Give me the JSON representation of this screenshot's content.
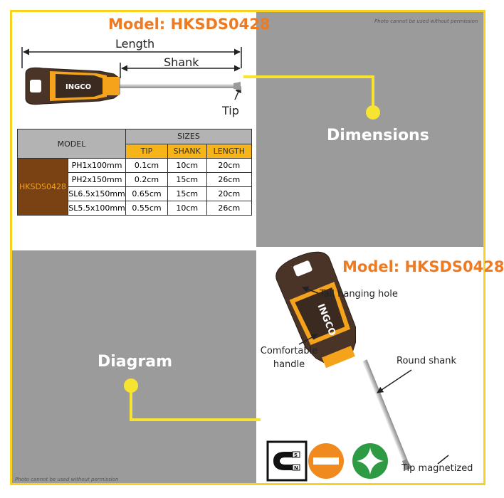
{
  "header": {
    "model_title_top": "Model: HKSDS0428",
    "model_title_bottom": "Model: HKSDS0428",
    "watermark_top": "Photo cannot be used without permission",
    "watermark_bottom": "Photo cannot be used without permission"
  },
  "dimensions": {
    "section_label": "Dimensions",
    "length_label": "Length",
    "shank_label": "Shank",
    "tip_label": "Tip"
  },
  "table": {
    "model_header": "MODEL",
    "sizes_header": "SIZES",
    "columns": [
      "TIP",
      "SHANK",
      "LENGTH"
    ],
    "model_name": "HKSDS0428",
    "rows": [
      {
        "model": "PH1x100mm",
        "tip": "0.1cm",
        "shank": "10cm",
        "length": "20cm"
      },
      {
        "model": "PH2x150mm",
        "tip": "0.2cm",
        "shank": "15cm",
        "length": "26cm"
      },
      {
        "model": "SL6.5x150mm",
        "tip": "0.65cm",
        "shank": "15cm",
        "length": "20cm"
      },
      {
        "model": "SL5.5x100mm",
        "tip": "0.55cm",
        "shank": "10cm",
        "length": "26cm"
      }
    ]
  },
  "diagram": {
    "section_label": "Diagram",
    "callouts": {
      "tail_hole": "Tail hanging hole",
      "handle_line1": "Comfortable",
      "handle_line2": "handle",
      "shank": "Round shank",
      "tip": "Tip magnetized"
    },
    "brand": "INGCO"
  },
  "icons": {
    "magnet": {
      "n": "N",
      "s": "S"
    }
  },
  "colors": {
    "accent_yellow": "#f7d21e",
    "title_orange": "#ee7a22",
    "panel_gray": "#9b9b9b",
    "table_orange": "#f6b418",
    "table_brown": "#7a4112",
    "handle_brown": "#4a3428",
    "icon_green": "#2e9b44",
    "icon_orange": "#f08a1e"
  }
}
